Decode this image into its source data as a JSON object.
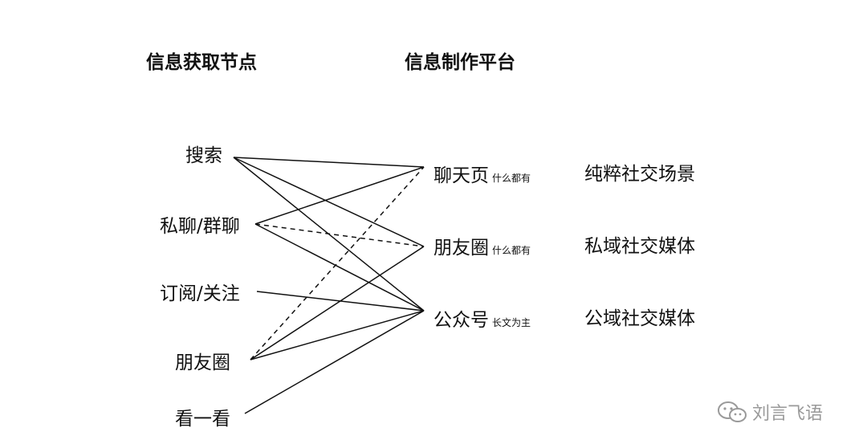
{
  "headers": {
    "left": "信息获取节点",
    "middle": "信息制作平台"
  },
  "left_nodes": [
    "搜索",
    "私聊/群聊",
    "订阅/关注",
    "朋友圈",
    "看一看"
  ],
  "middle_nodes": [
    {
      "name": "聊天页",
      "note": "什么都有"
    },
    {
      "name": "朋友圈",
      "note": "什么都有"
    },
    {
      "name": "公众号",
      "note": "长文为主"
    }
  ],
  "right_nodes": [
    "纯粹社交场景",
    "私域社交媒体",
    "公域社交媒体"
  ],
  "connections": [
    {
      "from": "搜索",
      "to": "聊天页",
      "style": "solid"
    },
    {
      "from": "搜索",
      "to": "朋友圈",
      "style": "solid"
    },
    {
      "from": "搜索",
      "to": "公众号",
      "style": "solid"
    },
    {
      "from": "私聊/群聊",
      "to": "聊天页",
      "style": "solid"
    },
    {
      "from": "私聊/群聊",
      "to": "朋友圈",
      "style": "dashed"
    },
    {
      "from": "私聊/群聊",
      "to": "公众号",
      "style": "solid"
    },
    {
      "from": "订阅/关注",
      "to": "公众号",
      "style": "solid"
    },
    {
      "from": "朋友圈",
      "to": "聊天页",
      "style": "dashed"
    },
    {
      "from": "朋友圈",
      "to": "朋友圈",
      "style": "solid"
    },
    {
      "from": "朋友圈",
      "to": "公众号",
      "style": "solid"
    },
    {
      "from": "看一看",
      "to": "公众号",
      "style": "solid"
    }
  ],
  "watermark": {
    "text": "刘言飞语",
    "icon": "wechat-icon",
    "color": "#9a9a9a"
  }
}
